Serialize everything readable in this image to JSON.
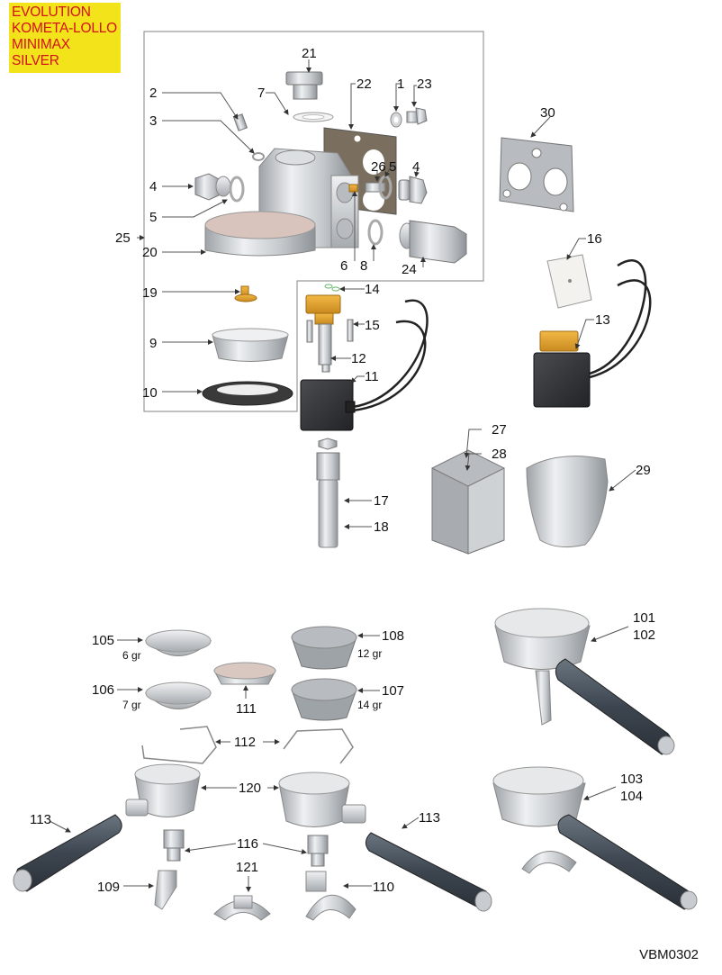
{
  "title_box": {
    "lines": [
      "EVOLUTION",
      "KOMETA-LOLLO",
      "MINIMAX",
      "SILVER"
    ],
    "background": "#f2e31b",
    "text_color": "#d4121a"
  },
  "drawing_code": "VBM0302",
  "group_brewhead": {
    "group_label": "25",
    "parts": {
      "p1": "1",
      "p2": "2",
      "p3": "3",
      "p4a": "4",
      "p4b": "4",
      "p5a": "5",
      "p5b": "5",
      "p6": "6",
      "p7": "7",
      "p8": "8",
      "p9": "9",
      "p10": "10",
      "p19": "19",
      "p20": "20",
      "p21": "21",
      "p22": "22",
      "p23": "23",
      "p24": "24",
      "p26": "26"
    }
  },
  "group_valve": {
    "parts": {
      "p11": "11",
      "p12": "12",
      "p14": "14",
      "p15": "15",
      "p17": "17",
      "p18": "18"
    }
  },
  "group_right": {
    "parts": {
      "p13": "13",
      "p16": "16",
      "p30": "30",
      "p27": "27",
      "p28": "28",
      "p29": "29"
    }
  },
  "filters": {
    "p105": "105",
    "p105_note": "6 gr",
    "p106": "106",
    "p106_note": "7 gr",
    "p108": "108",
    "p108_note": "12 gr",
    "p107": "107",
    "p107_note": "14 gr",
    "p111": "111",
    "p112": "112"
  },
  "portafilters": {
    "p120": "120",
    "p113a": "113",
    "p113b": "113",
    "p116": "116",
    "p109": "109",
    "p110": "110",
    "p121": "121",
    "p101": "101",
    "p102": "102",
    "p103": "103",
    "p104": "104"
  },
  "colors": {
    "frame": "#9a9a9a",
    "steel": "#c8ccd0",
    "brass": "#e0a030",
    "coil": "#333538",
    "handle": "#4a5560",
    "gasket": "#7a6e5e"
  }
}
